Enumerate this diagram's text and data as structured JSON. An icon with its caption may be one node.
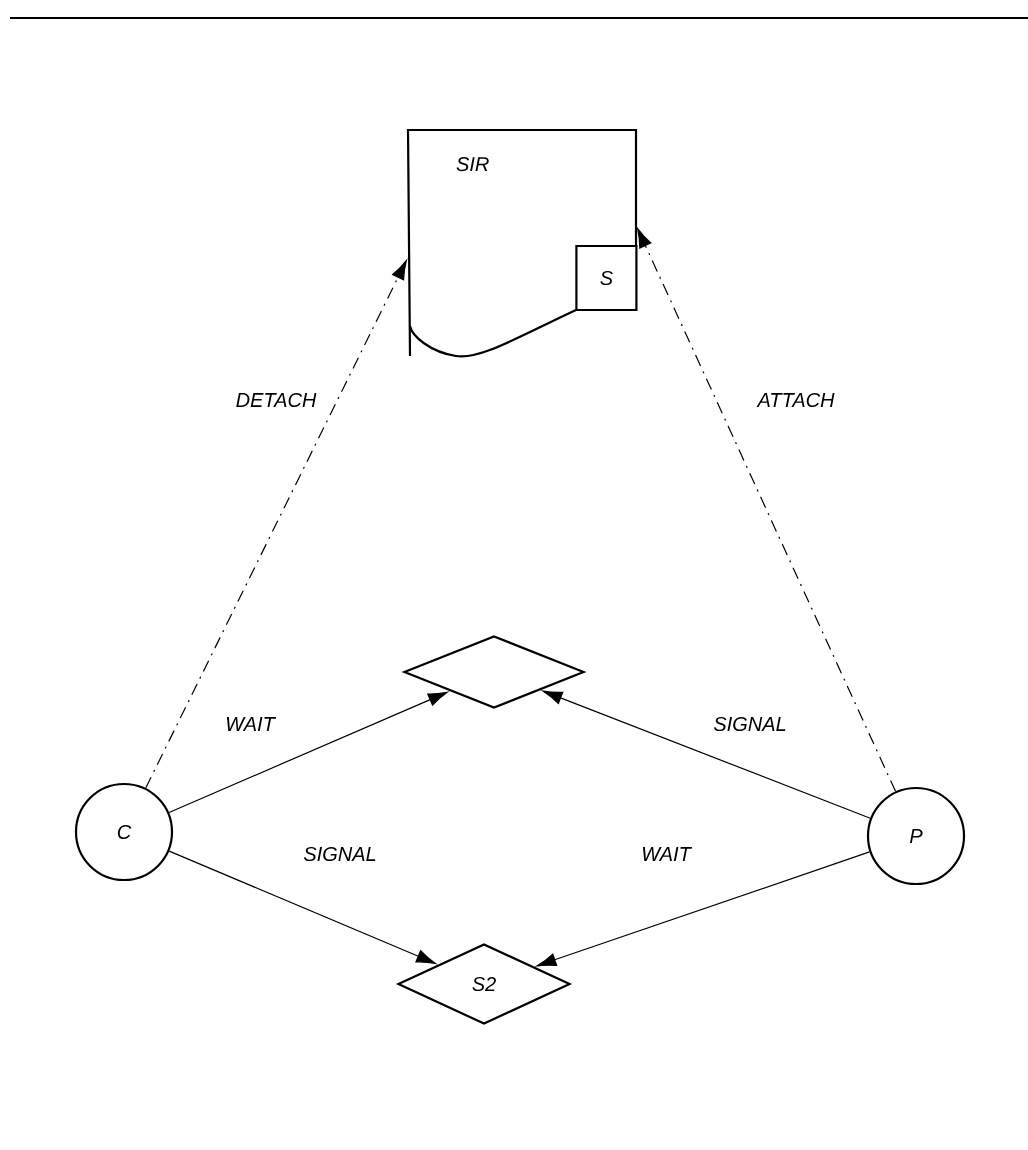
{
  "diagram": {
    "nodes": [
      {
        "text": [
          "SIR"
        ]
      },
      {
        "text": [
          "S"
        ],
        "in": 0
      },
      {
        "text": [],
        "shape": "diamond"
      },
      {
        "text": [
          "C"
        ]
      },
      {
        "text": [
          "P"
        ]
      },
      {
        "text": [
          "S2"
        ]
      }
    ],
    "edges": [
      {
        "from": 3,
        "to": 0,
        "arrow": "to",
        "label": "DETACH",
        "style": "dashed"
      },
      {
        "from": 4,
        "to": 0,
        "arrow": "to",
        "label": "ATTACH",
        "style": "dashed"
      },
      {
        "from": 3,
        "to": 2,
        "arrow": "to",
        "label": "WAIT"
      },
      {
        "from": 4,
        "to": 2,
        "arrow": "to",
        "label": "SIGNAL"
      },
      {
        "from": 3,
        "to": 5,
        "arrow": "to",
        "label": "SIGNAL"
      },
      {
        "from": 4,
        "to": 5,
        "arrow": "to",
        "label": "WAIT"
      }
    ]
  }
}
